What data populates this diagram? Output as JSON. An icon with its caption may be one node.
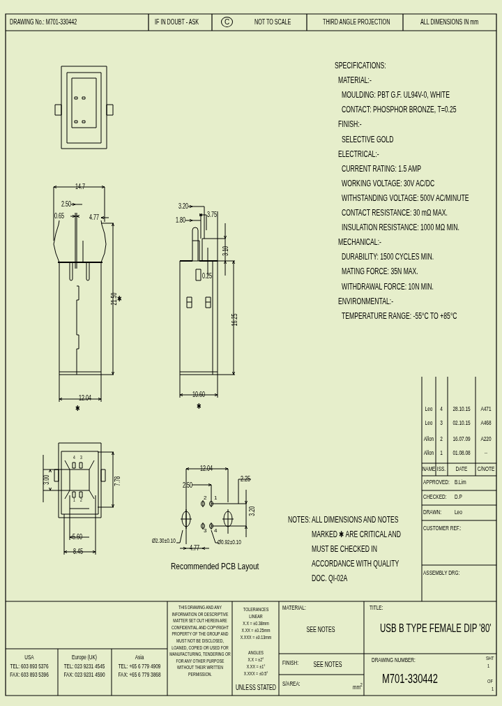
{
  "diagram": {
    "title": "USB B TYPE FEMALE DIP '80'",
    "labels": [
      "DRAWING No.: M701-330442",
      "IF IN DOUBT - ASK",
      "C",
      "NOT TO SCALE",
      "THIRD ANGLE PROJECTION",
      "ALL DIMENSIONS IN mm",
      "SPECIFICATIONS:",
      "MATERIAL:-",
      "MOULDING: PBT G.F. UL94V-0, WHITE",
      "CONTACT: PHOSPHOR BRONZE, T=0.25",
      "FINISH:-",
      "SELECTIVE GOLD",
      "ELECTRICAL:-",
      "CURRENT RATING: 1.5 AMP",
      "WORKING VOLTAGE: 30V AC/DC",
      "WITHSTANDING VOLTAGE: 500V AC/MINUTE",
      "CONTACT RESISTANCE: 30 mΩ MAX.",
      "INSULATION RESISTANCE: 1000 MΩ MIN.",
      "MECHANICAL:-",
      "DURABILITY: 1500 CYCLES MIN.",
      "MATING FORCE: 35N MAX.",
      "WITHDRAWAL FORCE: 10N MIN.",
      "ENVIRONMENTAL:-",
      "TEMPERATURE RANGE: -55°C TO +85°C",
      "14.7",
      "2.50",
      "0.65",
      "4.77",
      "21.50",
      "✱",
      "12.04",
      "✱",
      "3.20",
      "3.75",
      "1.80",
      "3.10",
      "0.25",
      "16.25",
      "10.60",
      "✱",
      "4",
      "3",
      "1",
      "2",
      "3.00",
      "7.78",
      "5.60",
      "8.45",
      "12.04",
      "2.25",
      "2.50",
      "2",
      "1",
      "3",
      "4",
      "3.20",
      "Ø2.30±0.10",
      "4.77",
      "Ø0.92±0.10",
      "Recommended PCB Layout",
      "NOTES:",
      "ALL DIMENSIONS AND NOTES MARKED ✱ ARE CRITICAL AND MUST BE CHECKED IN ACCORDANCE WITH QUALITY DOC. QI-02A",
      "Leo",
      "4",
      "28.10.15",
      "A471",
      "Leo",
      "3",
      "02.10.15",
      "A468",
      "Allon",
      "2",
      "16.07.09",
      "A220",
      "Allon",
      "1",
      "01.08.08",
      "--",
      "NAME",
      "ISS.",
      "DATE",
      "C/NOTE",
      "APPROVED:",
      "B.Lim",
      "CHECKED:",
      "D.P",
      "DRAWN:",
      "Leo",
      "CUSTOMER REF.:",
      "ASSEMBLY DRG:",
      "USA",
      "TEL: 603 893 5376",
      "FAX: 603 893 5396",
      "Europe (UK)",
      "TEL: 023 9231 4545",
      "FAX: 023 9231 4590",
      "Asia",
      "TEL: +65 6 779 4909",
      "FAX: +65 6 779 3868",
      "THIS DRAWING AND ANY INFORMATION OR DESCRIPTIVE MATTER SET OUT HEREIN ARE CONFIDENTIAL AND COPYRIGHT PROPERTY OF THE GROUP AND MUST NOT BE DISCLOSED, LOANED, COPIED OR USED FOR MANUFACTURING, TENDERING OR FOR ANY OTHER PURPOSE WITHOUT THEIR WRITTEN PERMISSION.",
      "TOLERANCES",
      "LINEAR",
      "X.X = ±0.38mm",
      "X.XX = ±0.25mm",
      "X.XXX = ±0.13mm",
      "ANGLES",
      "X.X = ±2°",
      "X.XX = ±1°",
      "X.XXX = ±0.5°",
      "UNLESS STATED",
      "MATERIAL:",
      "SEE NOTES",
      "FINISH:",
      "SEE NOTES",
      "S/AREA:",
      "mm$^{2}$",
      "TITLE:",
      "DRAWING NUMBER:",
      "M701-330442",
      "SHT",
      "1",
      "OF",
      "1"
    ]
  }
}
